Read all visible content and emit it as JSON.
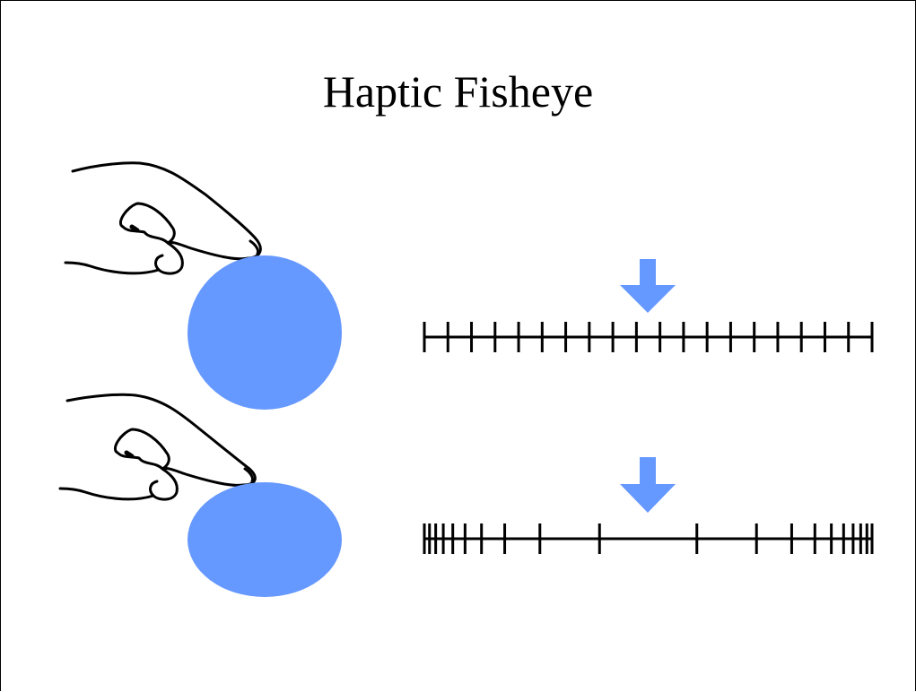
{
  "title": "Haptic Fisheye",
  "colors": {
    "ball": "#6699ff",
    "arrow": "#6699ff",
    "line": "#000000"
  },
  "rows": [
    {
      "name": "uniform-scale",
      "ball_state": "uncompressed",
      "tick_count": 20,
      "arrow_marker": "center"
    },
    {
      "name": "fisheye-scale",
      "ball_state": "compressed",
      "tick_count": 20,
      "arrow_marker": "center"
    }
  ]
}
